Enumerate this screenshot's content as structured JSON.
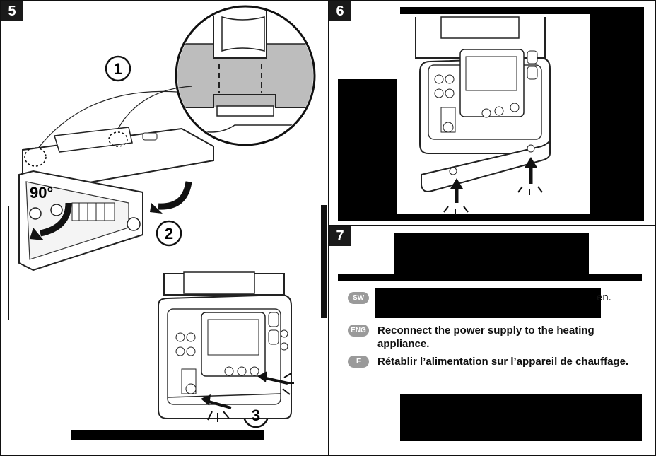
{
  "steps": {
    "step5": {
      "number": "5",
      "callouts": [
        "1",
        "2",
        "3"
      ],
      "angle_label": "90°"
    },
    "step6": {
      "number": "6"
    },
    "step7": {
      "number": "7",
      "languages": [
        {
          "code": "SW",
          "text": "en."
        },
        {
          "code": "ENG",
          "text": "Reconnect the power supply to the heating appliance."
        },
        {
          "code": "F",
          "text": "Rétablir l’alimentation sur l’appareil de chauffage."
        }
      ]
    }
  }
}
